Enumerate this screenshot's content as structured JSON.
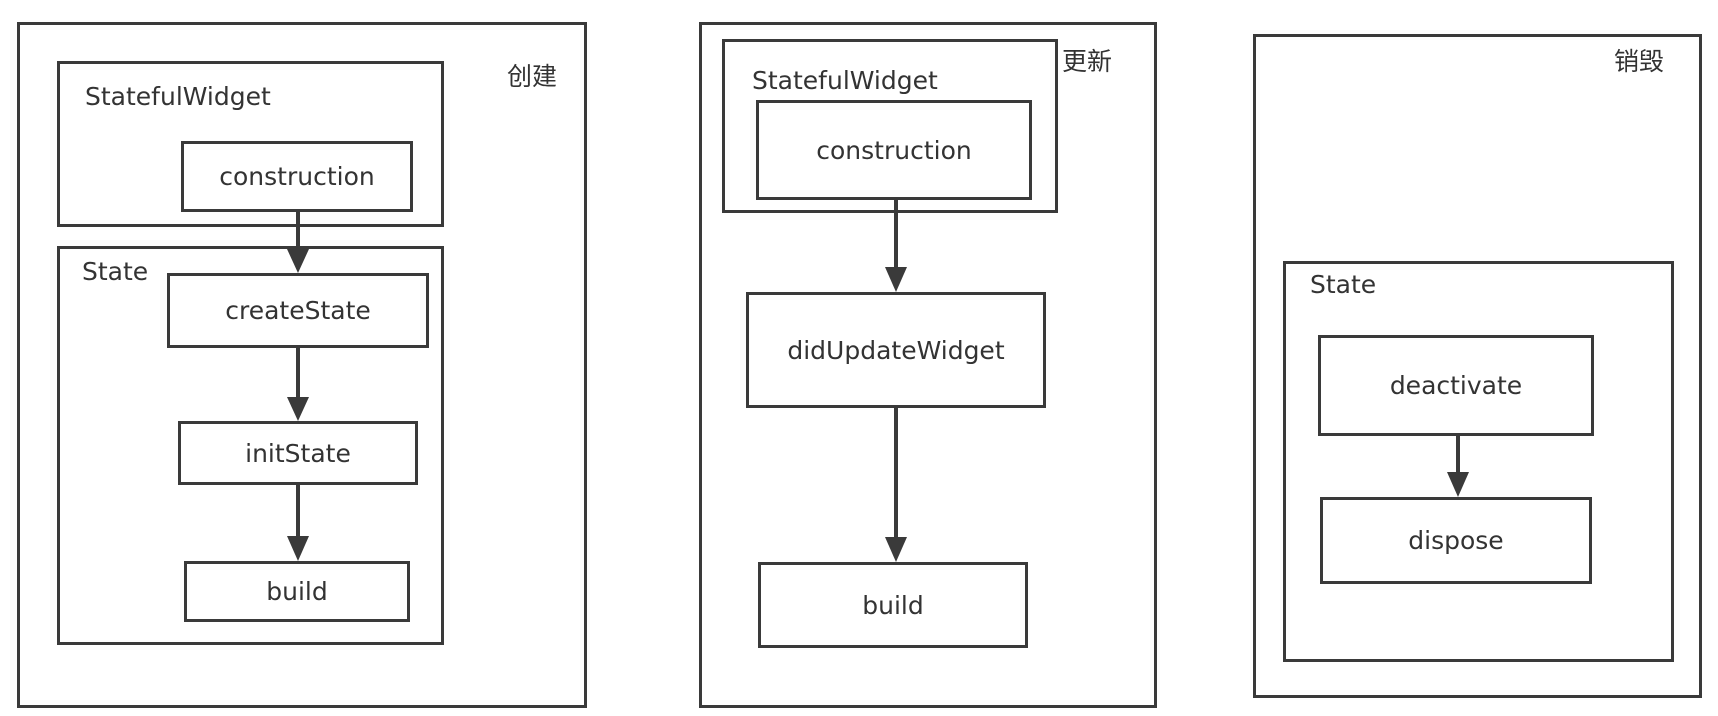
{
  "panels": {
    "create": {
      "title": "创建",
      "widget_group": "StatefulWidget",
      "construction": "construction",
      "state_group": "State",
      "create_state": "createState",
      "init_state": "initState",
      "build": "build"
    },
    "update": {
      "title": "更新",
      "widget_group": "StatefulWidget",
      "construction": "construction",
      "did_update": "didUpdateWidget",
      "build": "build"
    },
    "destroy": {
      "title": "销毁",
      "state_group": "State",
      "deactivate": "deactivate",
      "dispose": "dispose"
    }
  },
  "colors": {
    "line": "#3a3a3a",
    "text": "#333333",
    "background": "#ffffff"
  }
}
